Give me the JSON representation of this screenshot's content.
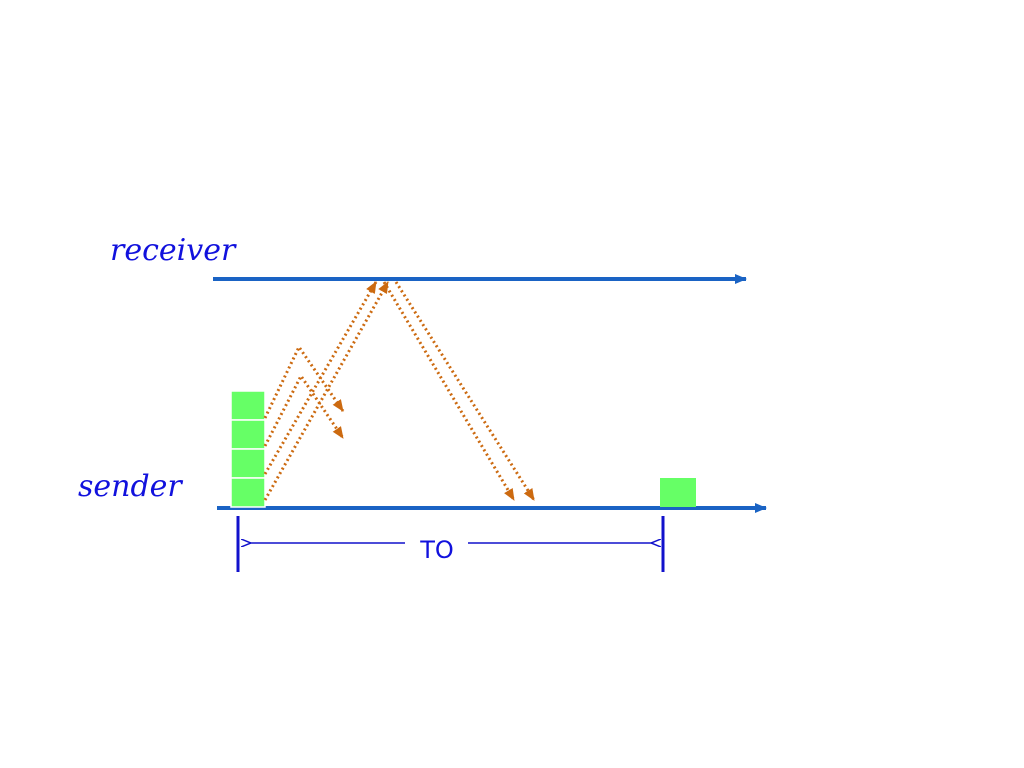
{
  "labels": {
    "receiver": "receiver",
    "sender": "sender",
    "timeout": "TO"
  },
  "colors": {
    "timeline": "#1a63c4",
    "label": "#1111dd",
    "packet_fill": "#66ff66",
    "packet_stroke": "#ffffff",
    "message": "#cc6a10",
    "timeout_marker": "#1111cc"
  }
}
